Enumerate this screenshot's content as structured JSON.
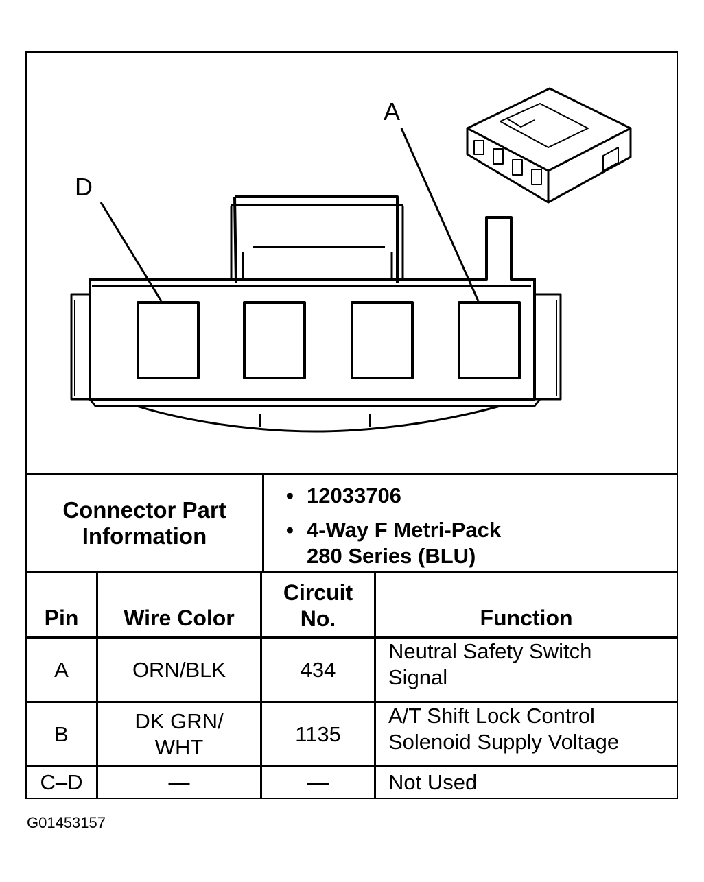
{
  "diagram": {
    "callouts": [
      "A",
      "D"
    ]
  },
  "connector_info": {
    "label_line1": "Connector Part",
    "label_line2": "Information",
    "bullet": "•",
    "part_number": "12033706",
    "description_line1": "4-Way F Metri-Pack",
    "description_line2": "280 Series (BLU)"
  },
  "table": {
    "headers": {
      "pin": "Pin",
      "wire_color": "Wire Color",
      "circuit_line1": "Circuit",
      "circuit_line2": "No.",
      "function": "Function"
    },
    "rows": [
      {
        "pin": "A",
        "wire_line1": "ORN/BLK",
        "wire_line2": "",
        "circuit": "434",
        "func_line1": "Neutral Safety Switch",
        "func_line2": "Signal"
      },
      {
        "pin": "B",
        "wire_line1": "DK GRN/",
        "wire_line2": "WHT",
        "circuit": "1135",
        "func_line1": "A/T Shift Lock Control",
        "func_line2": "Solenoid Supply Voltage"
      },
      {
        "pin": "C–D",
        "wire_line1": "—",
        "wire_line2": "",
        "circuit": "—",
        "func_line1": "Not Used",
        "func_line2": ""
      }
    ]
  },
  "figure_id": "G01453157"
}
